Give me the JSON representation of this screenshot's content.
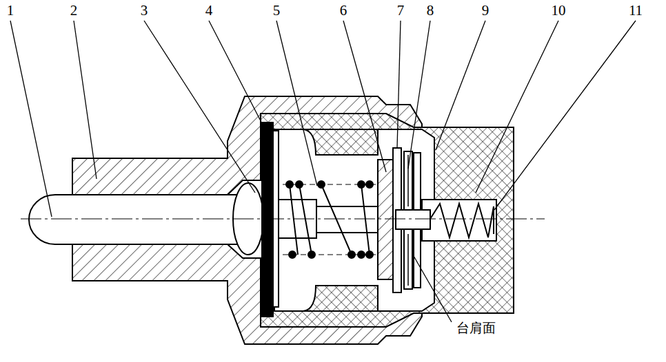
{
  "diagram": {
    "labels": [
      "1",
      "2",
      "3",
      "4",
      "5",
      "6",
      "7",
      "8",
      "9",
      "10",
      "11",
      "台肩面"
    ]
  }
}
